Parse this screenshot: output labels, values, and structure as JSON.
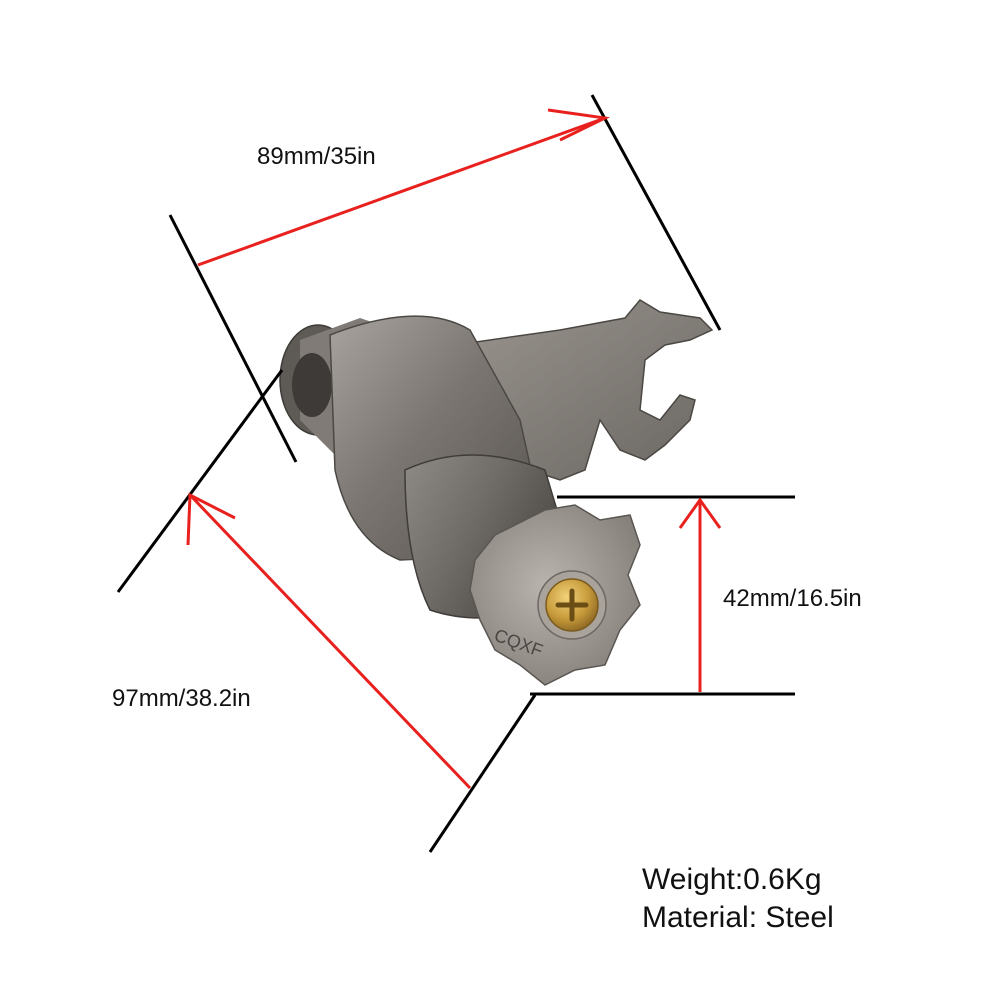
{
  "dimensions": {
    "length": "89mm/35in",
    "diagonal": "97mm/38.2in",
    "height": "42mm/16.5in"
  },
  "specs": {
    "weight": "Weight:0.6Kg",
    "material": "Material:  Steel"
  },
  "engraving": "CQXF",
  "colors": {
    "arrow": "#e8201e",
    "extension_line": "#000000",
    "metal": "#8a8580",
    "bolt": "#c8a040"
  },
  "icons": {
    "product": "gear-shift-fork-photo"
  }
}
